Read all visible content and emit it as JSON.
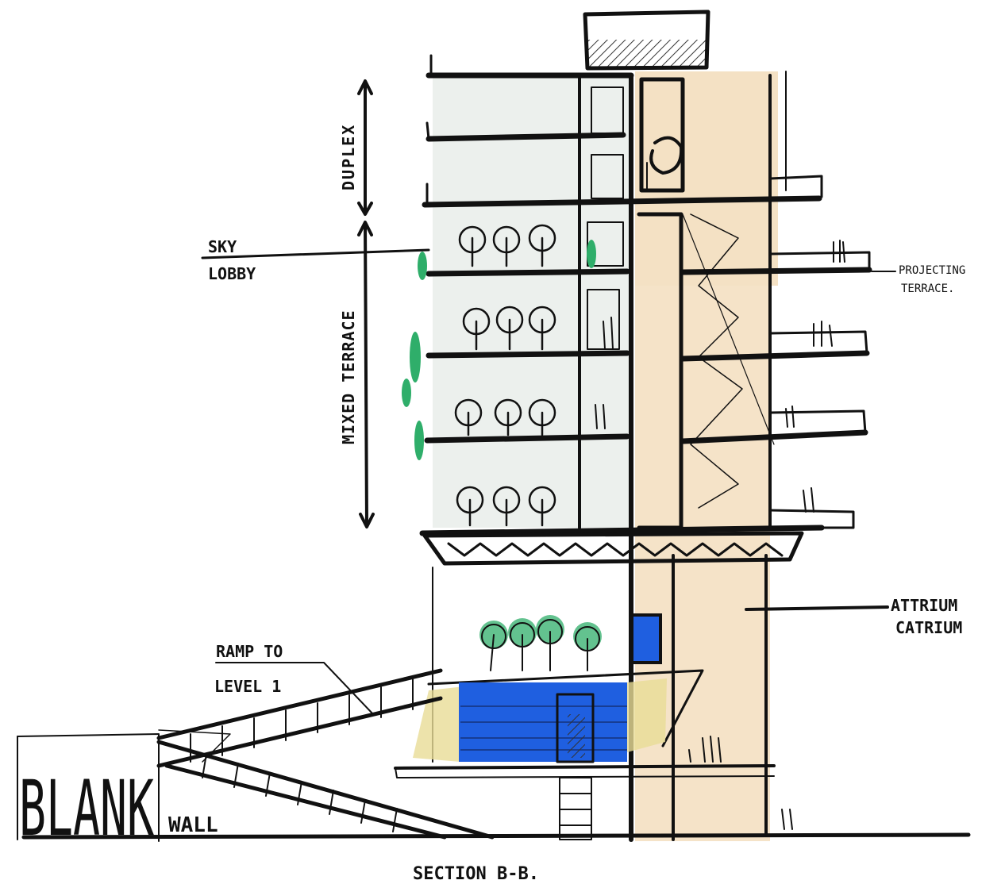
{
  "labels": {
    "duplex": "DUPLEX",
    "sky_lobby_line1": "SKY",
    "sky_lobby_line2": "LOBBY",
    "mixed_terrace": "MIXED TERRACE",
    "projecting_terrace_line1": "PROJECTING",
    "projecting_terrace_line2": "TERRACE.",
    "atrium_line1": "ATTRIUM",
    "atrium_line2": "CATRIUM",
    "ramp_line1": "RAMP TO",
    "ramp_line2": "LEVEL 1",
    "blank": "BLANK",
    "wall": "WALL",
    "section_title": "SECTION B-B."
  },
  "colors": {
    "ink": "#111111",
    "atrium_wash": "#f1d9b5",
    "glass_wash": "#e4e9e6",
    "planting": "#2fae6a",
    "water": "#1f5fe0",
    "sand": "#e8dc96",
    "roof_hatch": "#333333"
  }
}
